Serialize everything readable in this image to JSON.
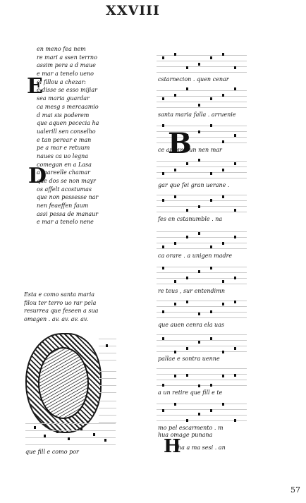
{
  "folio": "XXVIII",
  "page_number": "57",
  "left_column": {
    "text_lines": [
      "en meno fea nem",
      "re mari a ssen terrno",
      "assim pera a d maue",
      "e mar a tenelo ueno",
      "el fillou a chezar:",
      "e disse se esso mijiar",
      "sea maria guardar",
      "ca mesg s mercaamio",
      "d mai sis poderem",
      "que aquen pececia ha",
      "ualerill sen conselho",
      "e tan perear e man",
      "pe a mar e retuum",
      "naues ca uo legna",
      "comegan en a Lasa",
      "a mareelle chamar",
      "que dos se non mayr",
      "os affelt acostumas",
      "que non pessesse nar",
      "nen feaeffen faum",
      "assi pessa de manaur",
      "e mar a tenelo nene"
    ],
    "rubric_lines": [
      "Esta e como santa maria",
      "filou ter terro uo rar pela",
      "resurrea que feseen a sua",
      "omagen . av. av. av. av."
    ],
    "lyric": "que fill e como por"
  },
  "right_column": {
    "lyrics": [
      "cstarnecion . quen cenar",
      "santa maria falla . arruenie",
      "ce ar pren un nen mar",
      "gar que fei gran uerane .",
      "fes en cstanumble . na",
      "ca orare . a unigen madre",
      "re teus , sur entendimn",
      "que auen cenra ela uas",
      "pallae e sontra uenne",
      "a un retire que fill e te",
      "mo pel escarmento . m",
      "hua omage punana"
    ],
    "initial": "B",
    "final_line": "ha a ma sesi . an"
  }
}
